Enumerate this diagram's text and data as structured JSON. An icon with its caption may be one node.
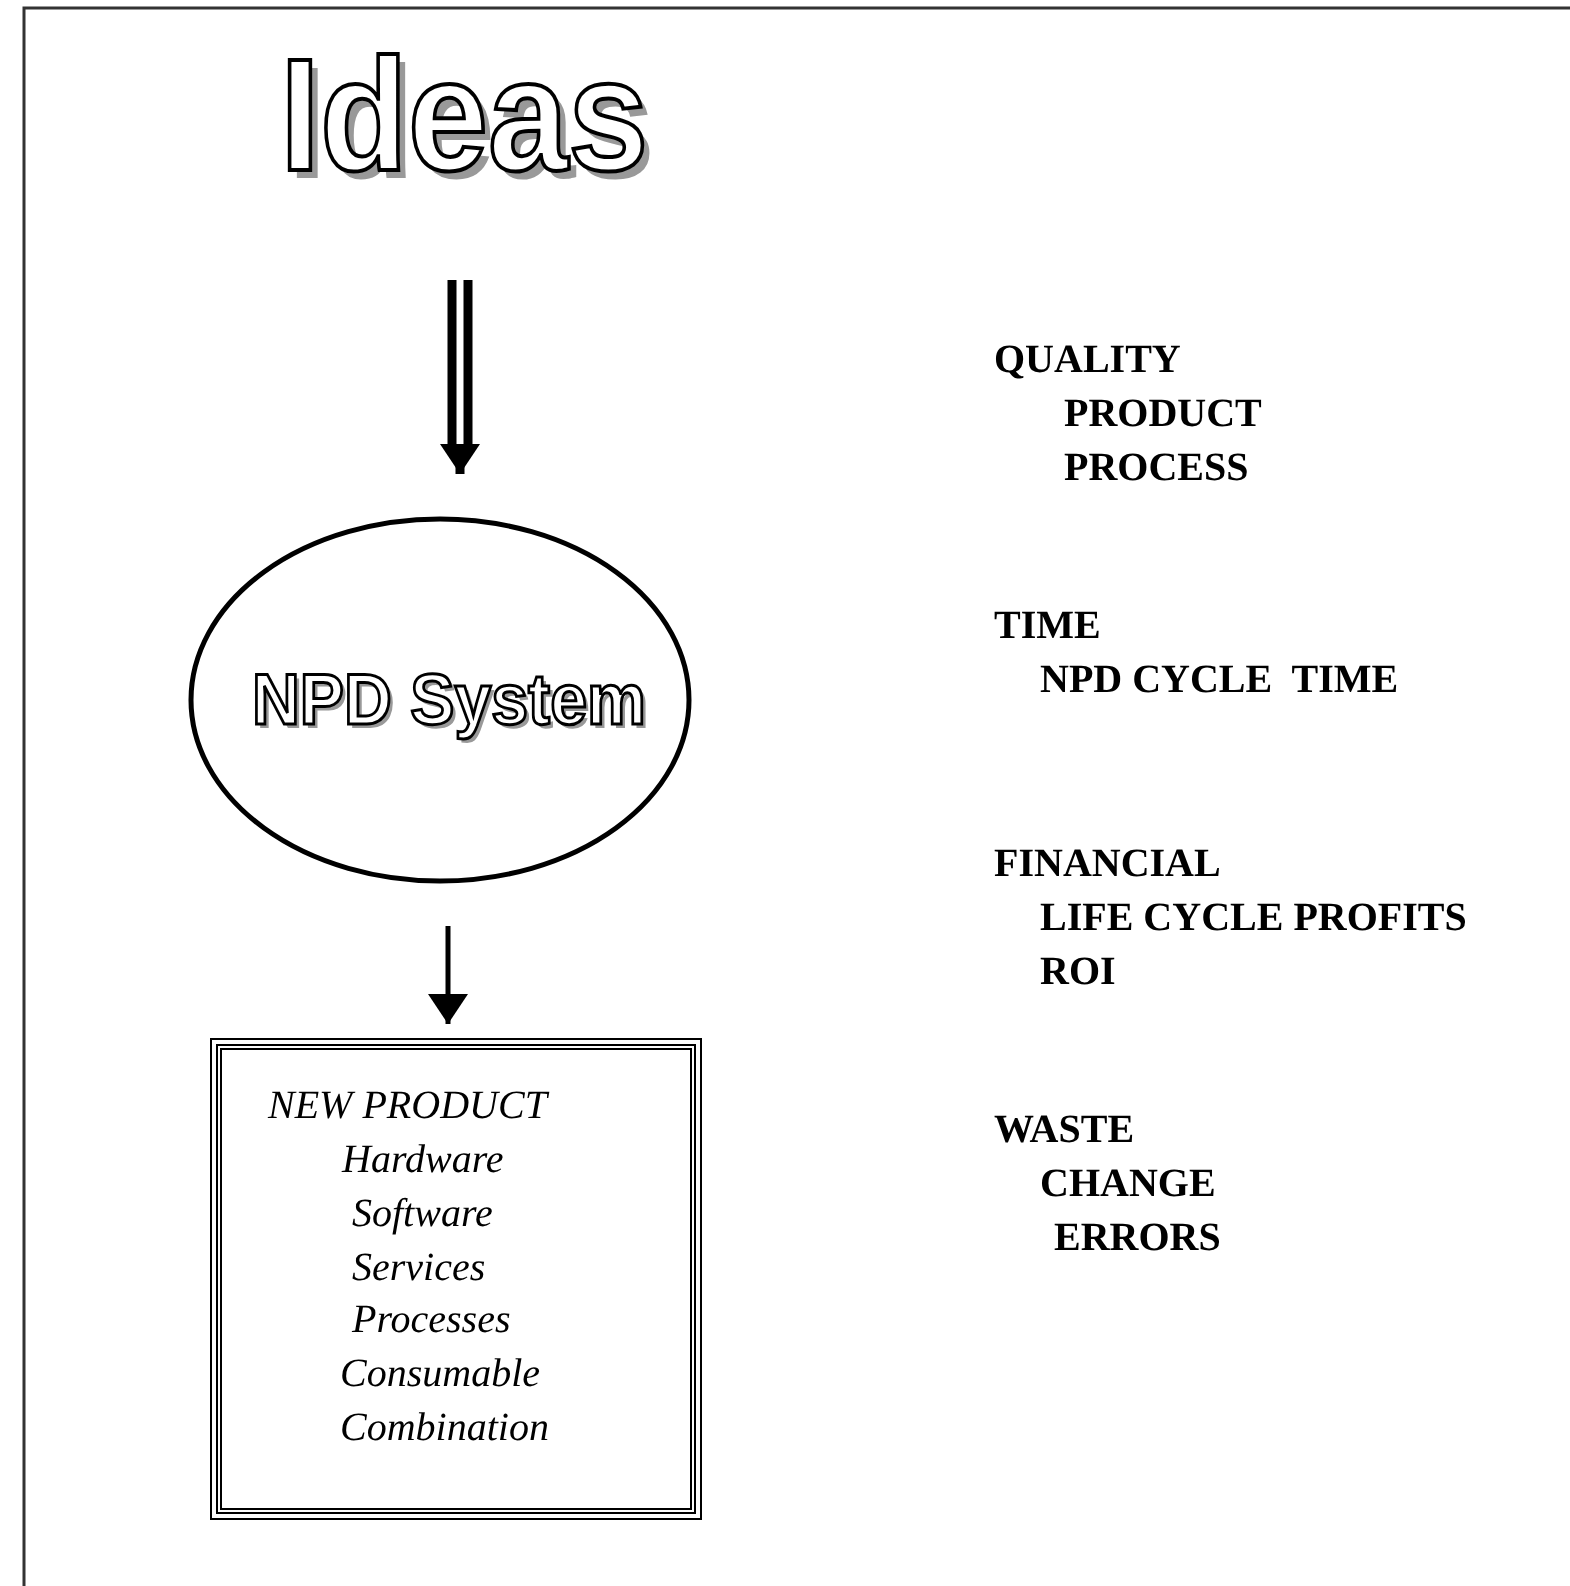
{
  "diagram": {
    "nodes": [
      {
        "text": [
          "Ideas"
        ]
      },
      {
        "text": [
          "NPD System"
        ]
      },
      {
        "text": [
          "NEW PRODUCT",
          "Hardware",
          "Software",
          "Services",
          "Processes",
          "Consumable",
          "Combination"
        ]
      }
    ],
    "edges": [
      {
        "from": 0,
        "to": 1,
        "arrow": "to",
        "style": "thick"
      },
      {
        "from": 1,
        "to": 2,
        "arrow": "to"
      }
    ],
    "labels": [
      "QUALITY",
      "PRODUCT",
      "PROCESS",
      "TIME",
      "NPD CYCLE  TIME",
      "FINANCIAL",
      "LIFE CYCLE PROFITS",
      "ROI",
      "WASTE",
      "CHANGE",
      "ERRORS"
    ]
  }
}
